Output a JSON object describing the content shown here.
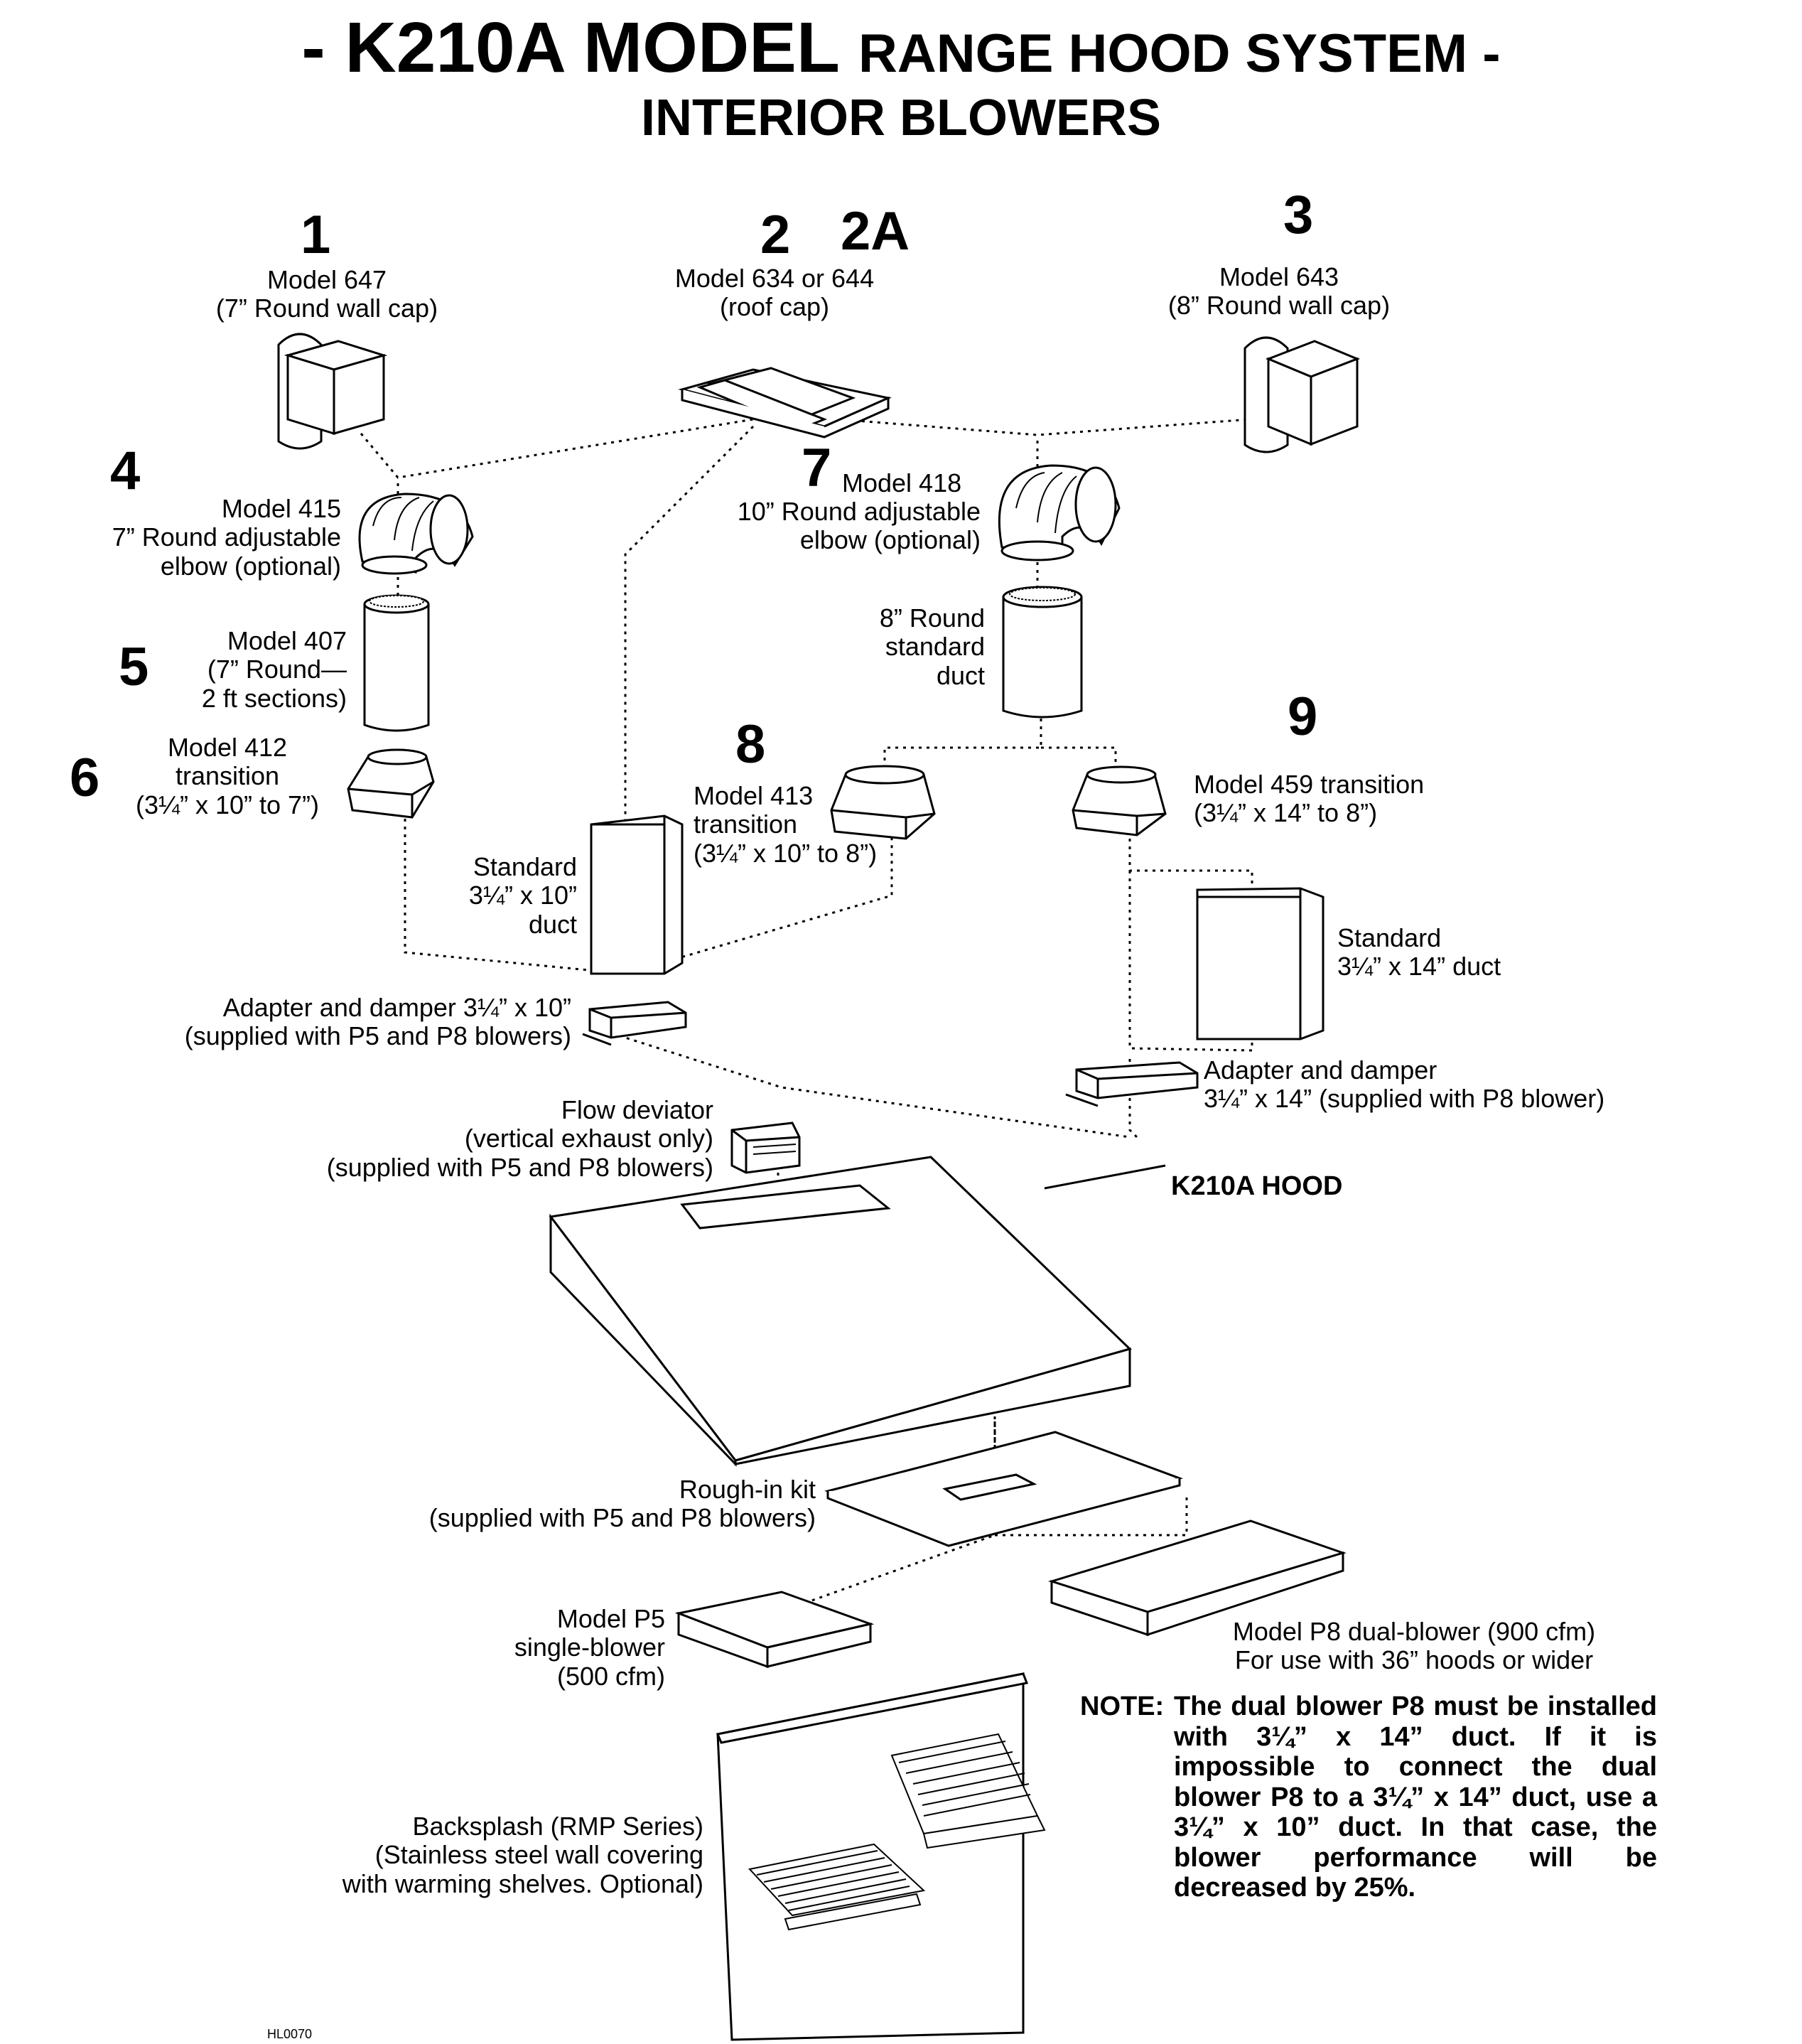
{
  "title": {
    "prefix": "- K210A MODEL",
    "suffix": "RANGE HOOD SYSTEM -",
    "subtitle": "INTERIOR BLOWERS"
  },
  "numbers": [
    "1",
    "2",
    "2A",
    "3",
    "4",
    "5",
    "6",
    "7",
    "8",
    "9"
  ],
  "labels": {
    "model647": [
      "Model 647",
      "(7” Round wall cap)"
    ],
    "model634": [
      "Model 634 or 644",
      "(roof cap)"
    ],
    "model643": [
      "Model 643",
      "(8” Round wall cap)"
    ],
    "model415": [
      "Model 415",
      "7” Round adjustable",
      "elbow (optional)"
    ],
    "model418": [
      "Model 418",
      "10” Round adjustable",
      "elbow (optional)"
    ],
    "model407": [
      "Model 407",
      "(7” Round—",
      "2 ft sections)"
    ],
    "round8": [
      "8” Round",
      "standard",
      "duct"
    ],
    "model412": [
      "Model 412",
      "transition",
      "(3¼” x 10” to 7”)"
    ],
    "model413": [
      "Model 413",
      "transition",
      "(3¼” x 10” to 8”)"
    ],
    "model459": [
      "Model 459 transition",
      "(3¼” x 14” to 8”)"
    ],
    "std10": [
      "Standard",
      "3¼” x 10”",
      "duct"
    ],
    "std14": [
      "Standard",
      "3¼” x 14” duct"
    ],
    "adapter10": [
      "Adapter and damper 3¼” x 10”",
      "(supplied with P5 and P8 blowers)"
    ],
    "adapter14": [
      "Adapter and damper",
      "3¼” x 14” (supplied with P8 blower)"
    ],
    "deviator": [
      "Flow deviator",
      "(vertical exhaust only)",
      "(supplied with P5 and P8 blowers)"
    ],
    "hood": "K210A HOOD",
    "roughin": [
      "Rough-in kit",
      "(supplied with P5 and P8 blowers)"
    ],
    "p5": [
      "Model P5",
      "single-blower",
      "(500 cfm)"
    ],
    "p8": [
      "Model P8 dual-blower (900 cfm)",
      "For use with 36” hoods or wider"
    ],
    "backsplash": [
      "Backsplash (RMP Series)",
      "(Stainless steel wall covering",
      "with warming shelves. Optional)"
    ]
  },
  "note": {
    "heading": "NOTE:",
    "text": "The dual blower P8 must be installed with 3¼” x 14” duct. If it is impossible to connect the dual blower P8 to a 3¼” x 14” duct, use a 3¼” x 10” duct. In that case, the blower performance will be decreased by 25%."
  },
  "drawing_code": "HL0070"
}
